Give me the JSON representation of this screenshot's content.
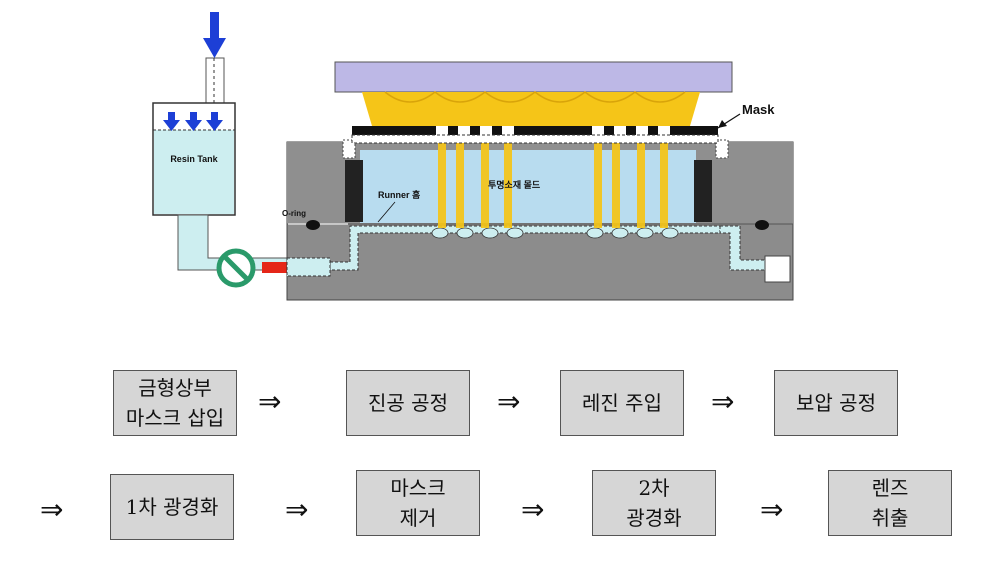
{
  "diagram": {
    "labels": {
      "resin_tank": "Resin Tank",
      "mask": "Mask",
      "o_ring": "O-ring",
      "runner": "Runner 홈",
      "mold": "투명소재 몰드"
    },
    "colors": {
      "light_beam": "#f5c518",
      "glass_plate": "#bdb8e6",
      "mold_fill": "#b8dcef",
      "housing": "#8c8c8c",
      "resin_pipe": "#cdeef0",
      "arrow_blue": "#1d3fd6",
      "arrow_red": "#e52618",
      "valve": "#2a9a6a"
    }
  },
  "process_steps": [
    {
      "line1": "금형상부",
      "line2": "마스크 삽입"
    },
    {
      "line1": "진공 공정",
      "line2": ""
    },
    {
      "line1": "레진 주입",
      "line2": ""
    },
    {
      "line1": "보압 공정",
      "line2": ""
    },
    {
      "line1": "1차 광경화",
      "line2": ""
    },
    {
      "line1": "마스크",
      "line2": "제거"
    },
    {
      "line1": "2차",
      "line2": "광경화"
    },
    {
      "line1": "렌즈",
      "line2": "취출"
    }
  ],
  "arrow_symbol": "⇒"
}
